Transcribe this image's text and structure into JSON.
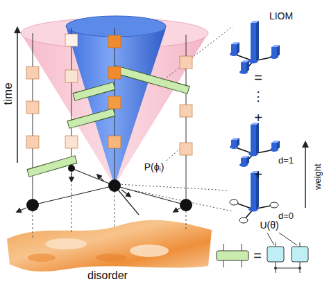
{
  "diagram": {
    "labels": [
      "time",
      "LIOM",
      "=",
      "⋮",
      "+",
      "d=1",
      "+",
      "d=0",
      "weight",
      "P(ϕᵢ)",
      "U(θ)",
      "=",
      "disorder"
    ]
  }
}
